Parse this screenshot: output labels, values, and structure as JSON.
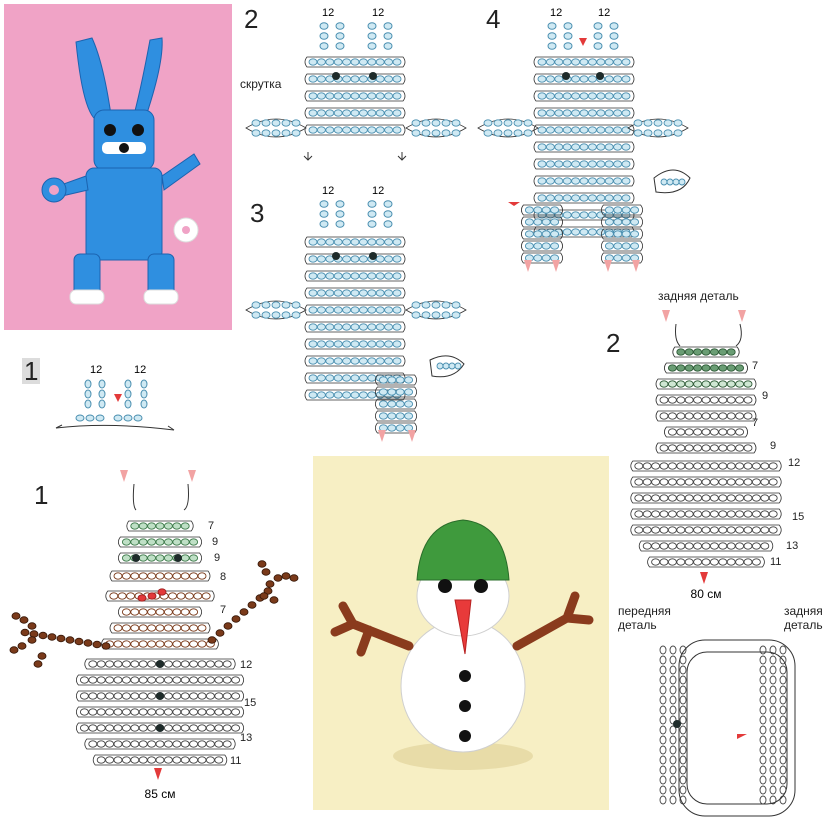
{
  "bunny": {
    "step_labels": [
      "2",
      "3",
      "4",
      "1"
    ],
    "column_count": "12",
    "twist_label": "скрутка"
  },
  "snowman": {
    "step1": "1",
    "step2": "2",
    "front_row_counts": [
      "7",
      "9",
      "9",
      "8",
      "7",
      "12",
      "15",
      "13",
      "11"
    ],
    "back_row_counts": [
      "7",
      "9",
      "7",
      "9",
      "12",
      "15",
      "13",
      "11"
    ],
    "wire_length_front": "85 см",
    "wire_length_back": "80 см",
    "back_piece_label": "задняя деталь",
    "assembly_front_label": "передняя\nдеталь",
    "assembly_back_label": "задняя\nдеталь"
  },
  "colors": {
    "bead_blue": "#6fb7d6",
    "bead_white": "#ffffff",
    "bead_green": "#6a9d74",
    "bead_brown": "#7a3a1a",
    "bead_black": "#1e2b2a",
    "arrow_red": "#e33a3a",
    "photo_pink": "#f0a3c6",
    "photo_cream": "#f7efc4"
  }
}
